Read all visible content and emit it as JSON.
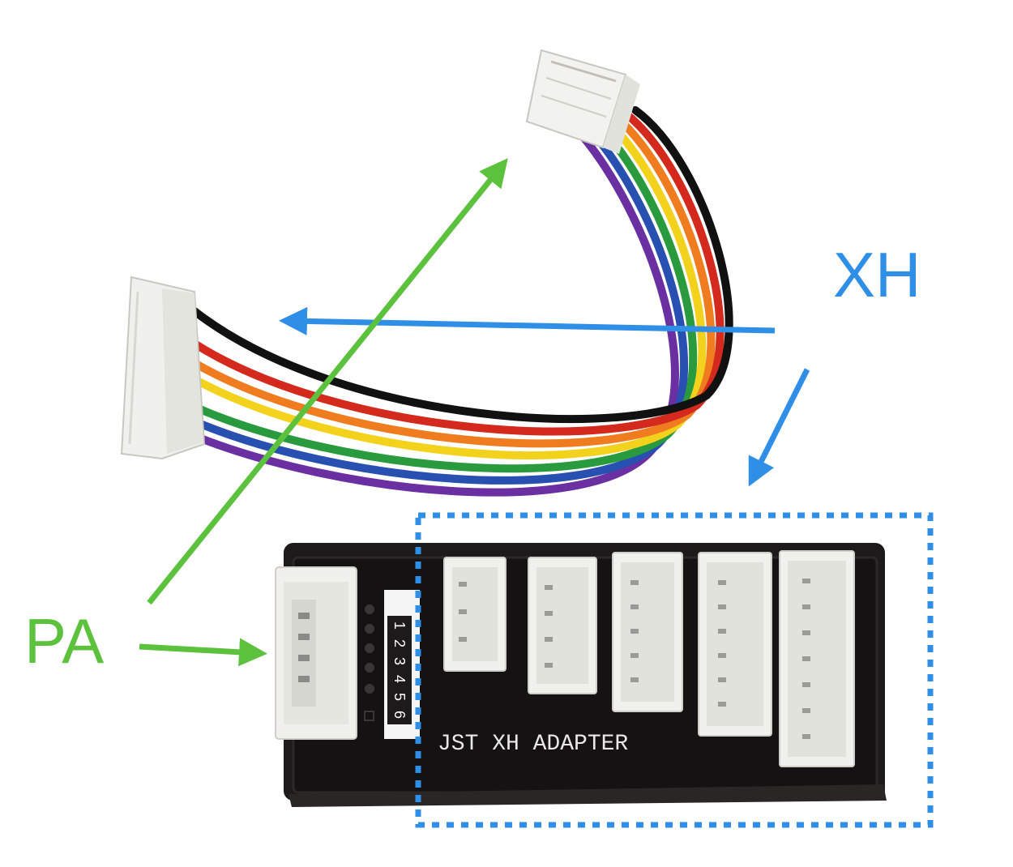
{
  "annotations": {
    "xh_label": "XH",
    "pa_label": "PA"
  },
  "board": {
    "silkscreen_text": "JST XH ADAPTER",
    "pin_numbers": [
      "1",
      "2",
      "3",
      "4",
      "5",
      "6"
    ]
  },
  "colors": {
    "xh_annotation": "#2f8fe6",
    "pa_annotation": "#5cc23e",
    "board": "#1c1a1a",
    "connector": "#efefea",
    "wires": [
      "#111111",
      "#d42a1e",
      "#ef7c1e",
      "#f2d21c",
      "#2a9a3e",
      "#2850b0",
      "#6a2fa0"
    ]
  }
}
